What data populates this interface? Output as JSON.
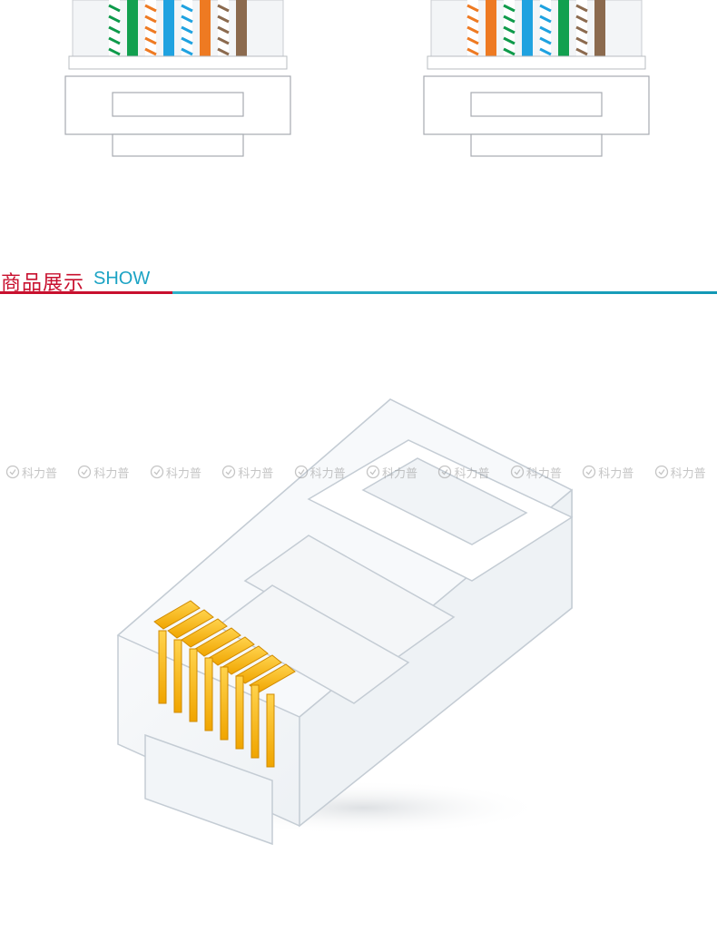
{
  "section": {
    "title": "商品展示",
    "title_en": "SHOW"
  },
  "watermark": {
    "text": "科力普",
    "count": 10
  },
  "colors": {
    "accent_red": "#c8102e",
    "accent_teal": "#1ba3c4",
    "pin_gold": "#f5b800"
  },
  "diagrams": {
    "left_wire_order": [
      "white-green",
      "green",
      "white-orange",
      "blue",
      "white-blue",
      "orange",
      "white-brown",
      "brown"
    ],
    "right_wire_order": [
      "white-orange",
      "orange",
      "white-green",
      "blue",
      "white-blue",
      "green",
      "white-brown",
      "brown"
    ]
  }
}
